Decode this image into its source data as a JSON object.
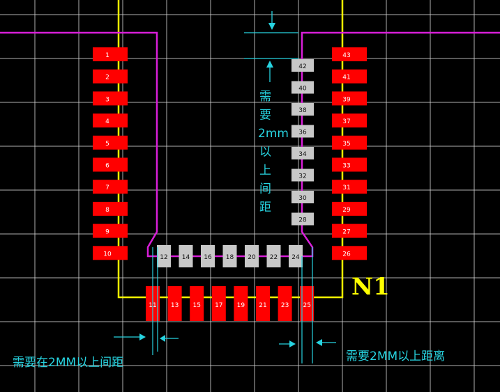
{
  "designator": "N1",
  "colors": {
    "background": "#000000",
    "grid": "#d0d0d0",
    "outline": "#ffff00",
    "trace": "#d81ed8",
    "pad_red": "#ff0000",
    "pad_gray": "#c8c8c8",
    "dimension": "#27d3e0"
  },
  "pads": {
    "left_column": [
      "1",
      "2",
      "3",
      "4",
      "5",
      "6",
      "7",
      "8",
      "9",
      "10"
    ],
    "right_column": [
      "43",
      "41",
      "39",
      "37",
      "35",
      "33",
      "31",
      "29",
      "27",
      "26"
    ],
    "inner_column": [
      "42",
      "40",
      "38",
      "36",
      "34",
      "32",
      "30",
      "28"
    ],
    "inner_row": [
      "12",
      "14",
      "16",
      "18",
      "20",
      "22",
      "24"
    ],
    "bottom_row": [
      "11",
      "13",
      "15",
      "17",
      "19",
      "21",
      "23",
      "25"
    ]
  },
  "annotations": {
    "vertical_gap_chars": [
      "需",
      "要",
      "2mm",
      "以",
      "上",
      "间",
      "距"
    ],
    "left_gap_text": "需要在2MM以上间距",
    "right_gap_text": "需要2MM以上距离"
  }
}
